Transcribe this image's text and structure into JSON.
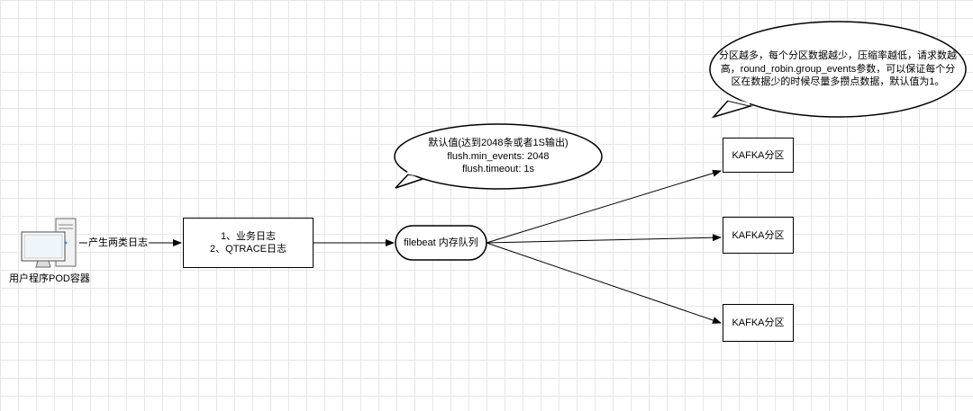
{
  "pod": {
    "label": "用户程序POD容器",
    "icon": "computer-icon"
  },
  "edge_label": "产生两类日志",
  "log_box": {
    "lines": [
      "1、业务日志",
      "2、QTRACE日志"
    ]
  },
  "queue": {
    "label": "filebeat 内存队列"
  },
  "flush_callout": {
    "lines": [
      "默认值(达到2048条或者1S输出)",
      "flush.min_events: 2048",
      "flush.timeout: 1s"
    ]
  },
  "partition_callout": {
    "lines": [
      "分区越多，每个分区数据越少，压缩率越低，请求数越",
      "高，round_robin.group_events参数，可以保证每个分",
      "区在数据少的时候尽量多攒点数据，默认值为1。"
    ]
  },
  "partitions": [
    {
      "label": "KAFKA分区"
    },
    {
      "label": "KAFKA分区"
    },
    {
      "label": "KAFKA分区"
    }
  ],
  "colors": {
    "line": "#000000",
    "grid": "#e6e6e6",
    "background": "#ffffff"
  }
}
